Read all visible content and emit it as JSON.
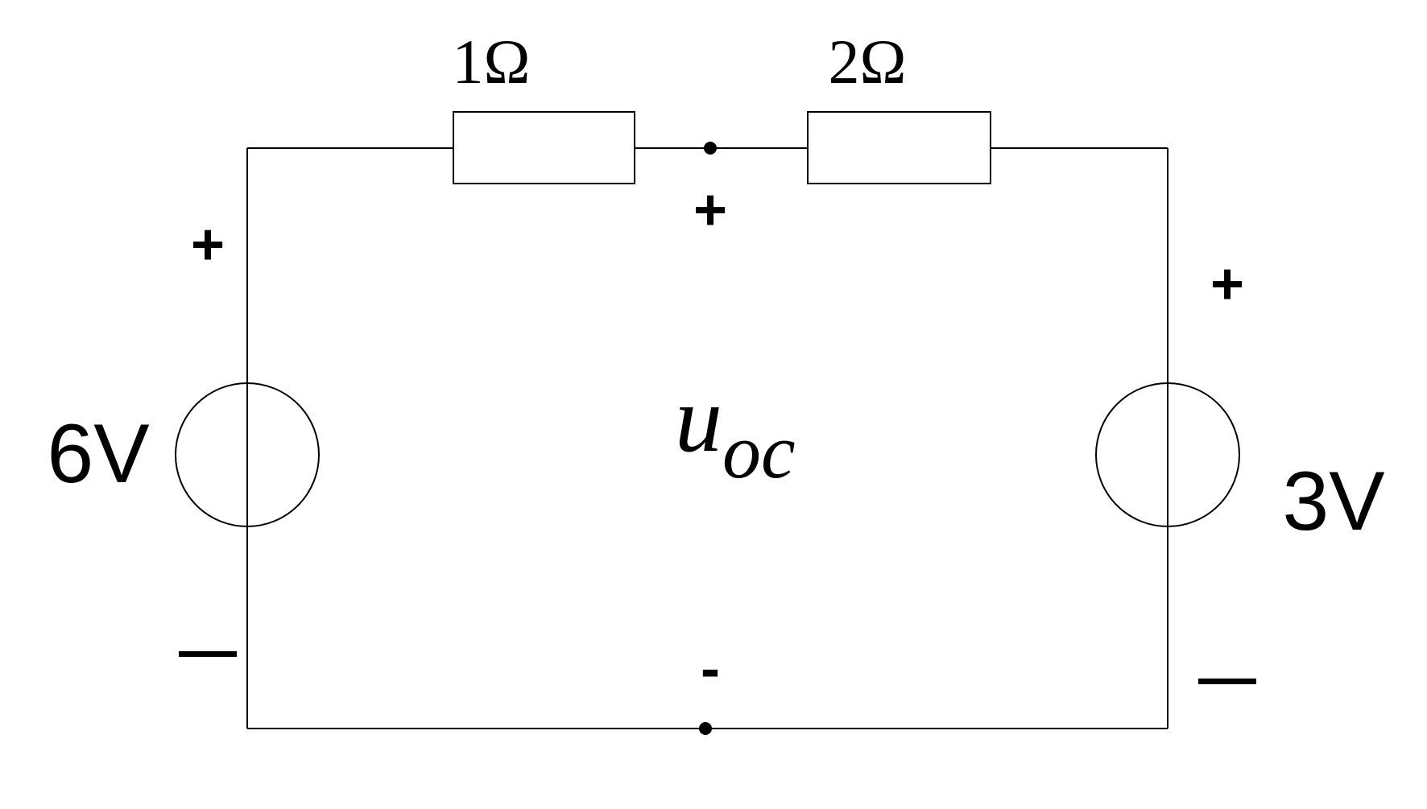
{
  "resistors": {
    "r1": {
      "label": "1Ω"
    },
    "r2": {
      "label": "2Ω"
    }
  },
  "sources": {
    "left": {
      "label": "6V",
      "plus": "+",
      "minus": "—"
    },
    "right": {
      "label": "3V",
      "plus": "+",
      "minus": "—"
    }
  },
  "output": {
    "symbol": "u",
    "subscript": "oc",
    "plus": "+",
    "minus": "-"
  }
}
